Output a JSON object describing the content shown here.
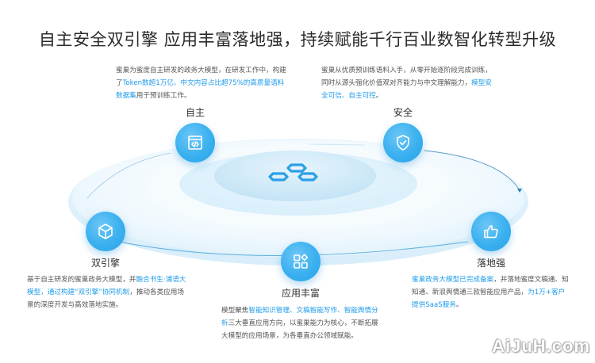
{
  "title": "自主安全双引擎 应用丰富落地强，持续赋能千行百业数智化转型升级",
  "colors": {
    "accent": "#1d9bea",
    "node": "#3ab0ef",
    "ring_outer": "#eef8fe",
    "ring_inner": "#cfe9f8"
  },
  "center": {
    "icon": "hexagon-cluster-icon"
  },
  "nodes": {
    "autonomous": {
      "label": "自主",
      "icon": "code-window-icon",
      "desc": {
        "p1": "蜜巢为蜜度自主研发的政务大模型，在研发工作中，构建了",
        "h1": "Token数超1万亿、中文内容占比超75%的高质量语料数据集",
        "p2": "用于预训练工作。"
      }
    },
    "security": {
      "label": "安全",
      "icon": "shield-check-icon",
      "desc": {
        "p1": "蜜巢从优质预训练语料入手，从零开始逐阶段完成训练，同时从源头强化价值观对齐能力与中文理解能力，",
        "h1": "模型安全可信、自主可控",
        "p2": "。"
      }
    },
    "dual_engine": {
      "label": "双引擎",
      "icon": "cube-icon",
      "desc": {
        "p1": "基于自主研发的蜜巢政务大模型，并",
        "h1": "融合书生·浦语大模型，通过构建“双引擎”协同机制",
        "p2": "，推动各类应用场景的深度开发与高效落地实施。"
      }
    },
    "rich_apps": {
      "label": "应用丰富",
      "icon": "apps-grid-icon",
      "desc": {
        "p1": "模型聚焦",
        "h1": "智能知识管理、文稿智能写作、智能舆情分析",
        "p2": "三大垂直应用方向，以蜜巢能力为核心，不断拓展大模型的应用场景，为各垂直办公领域赋能。"
      }
    },
    "landing": {
      "label": "落地强",
      "icon": "thumbs-up-icon",
      "desc": {
        "h1": "蜜巢政务大模型已完成备案",
        "p1": "，并落地蜜度文稿通、知知通、新浪舆情通三款智能应用产品，",
        "h2": "为1万+客户提供SaaS服务",
        "p2": "。"
      }
    }
  },
  "watermark": "AiJuH.com"
}
